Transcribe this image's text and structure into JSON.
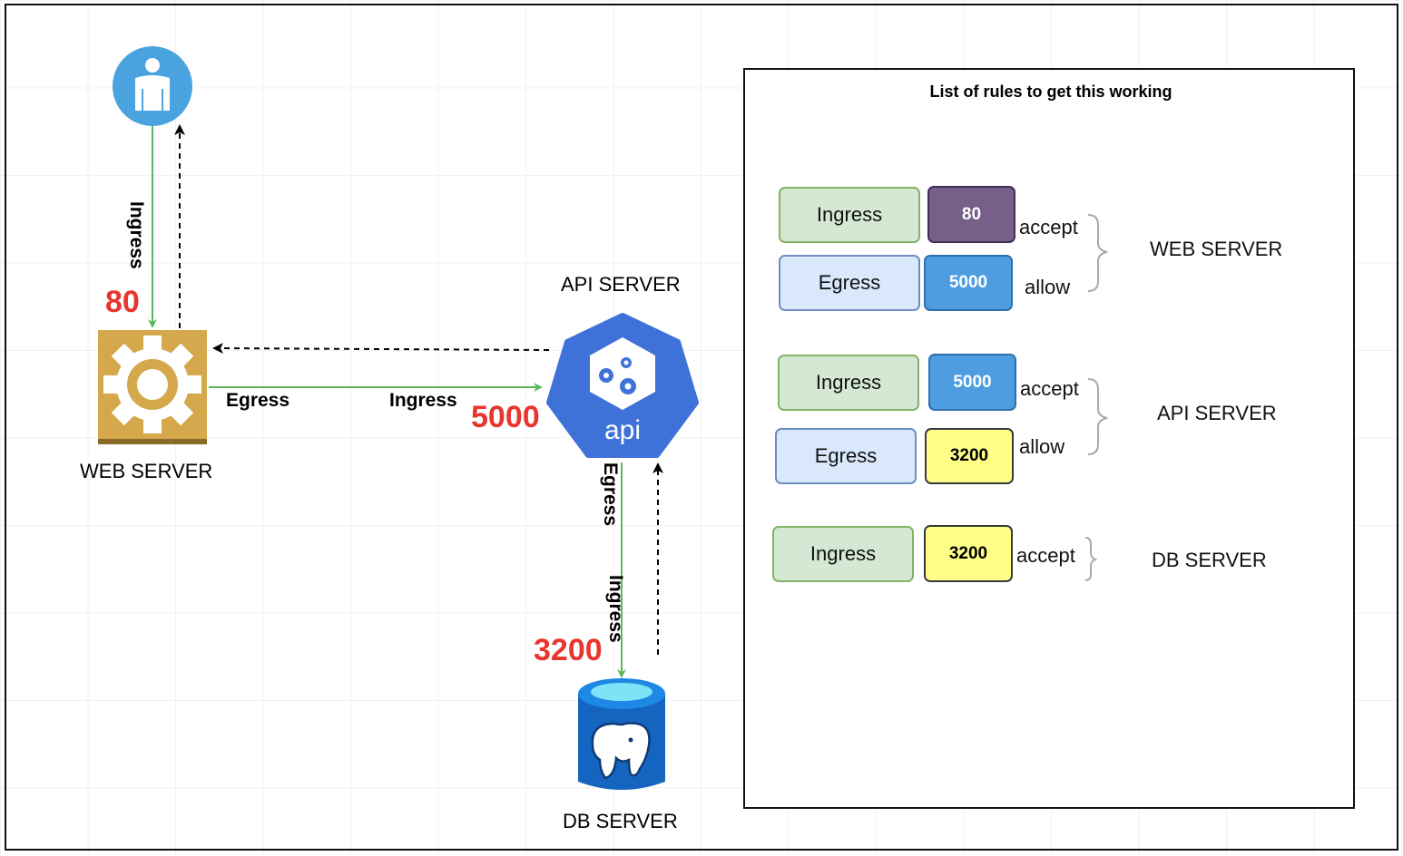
{
  "nodes": {
    "user": {
      "icon": "user-icon"
    },
    "web": {
      "label": "WEB SERVER",
      "icon": "gear-server-icon",
      "color": "#d4a84b"
    },
    "api": {
      "label": "API SERVER",
      "icon": "kubernetes-api-icon",
      "icon_text": "api",
      "color": "#3f72d8"
    },
    "db": {
      "label": "DB SERVER",
      "icon": "postgres-database-icon",
      "color": "#1565c0"
    }
  },
  "edges": {
    "user_to_web": {
      "label": "Ingress",
      "port": "80"
    },
    "web_to_api": {
      "egress_label": "Egress",
      "ingress_label": "Ingress",
      "port": "5000"
    },
    "api_to_db": {
      "egress_label": "Egress",
      "ingress_label": "Ingress",
      "port": "3200"
    }
  },
  "rules_panel": {
    "title": "List of rules to get this working",
    "groups": [
      {
        "server": "WEB SERVER",
        "rules": [
          {
            "type": "Ingress",
            "port": "80",
            "action": "accept"
          },
          {
            "type": "Egress",
            "port": "5000",
            "action": "allow"
          }
        ]
      },
      {
        "server": "API SERVER",
        "rules": [
          {
            "type": "Ingress",
            "port": "5000",
            "action": "accept"
          },
          {
            "type": "Egress",
            "port": "3200",
            "action": "allow"
          }
        ]
      },
      {
        "server": "DB SERVER",
        "rules": [
          {
            "type": "Ingress",
            "port": "3200",
            "action": "accept"
          }
        ]
      }
    ]
  },
  "colors": {
    "flow_line": "#5cb85c",
    "return_line": "#000000",
    "port_text": "#e8352e"
  }
}
